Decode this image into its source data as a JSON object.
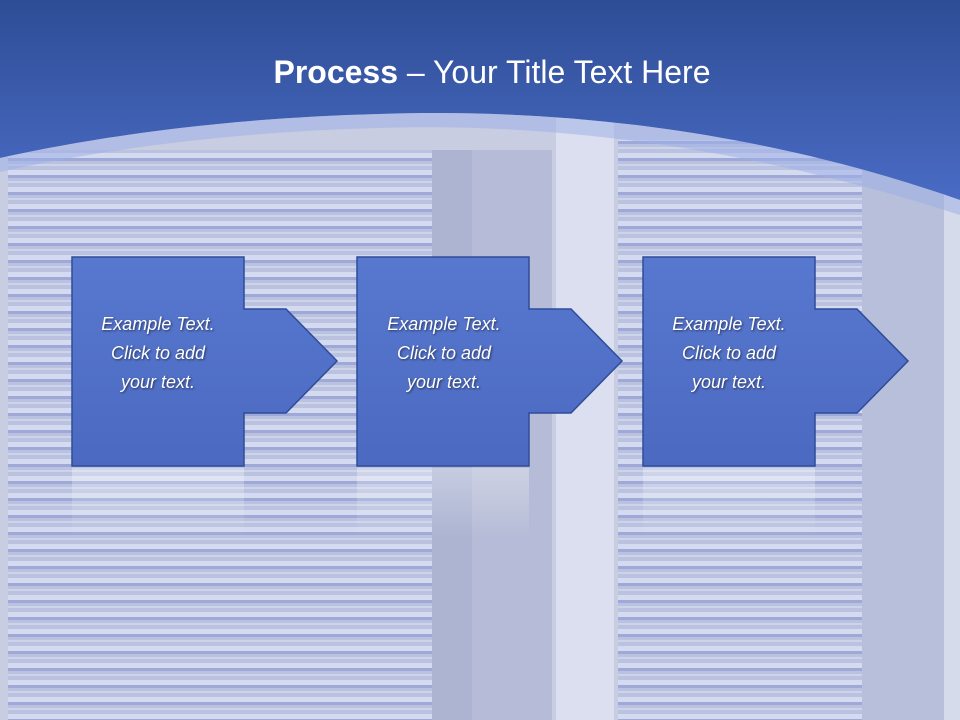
{
  "slide": {
    "title_strong": "Process",
    "title_rest": " – Your Title Text Here",
    "steps": [
      {
        "lines": [
          "Example Text.",
          "Click  to add",
          "your text."
        ]
      },
      {
        "lines": [
          "Example Text.",
          "Click  to add",
          "your text."
        ]
      },
      {
        "lines": [
          "Example Text.",
          "Click  to add",
          "your text."
        ]
      }
    ]
  },
  "colors": {
    "header_top": "#2e4d96",
    "header_bottom": "#4a6bc4",
    "block_fill": "#5070c8",
    "block_border": "#2f4c9a",
    "text": "#ffffff"
  }
}
